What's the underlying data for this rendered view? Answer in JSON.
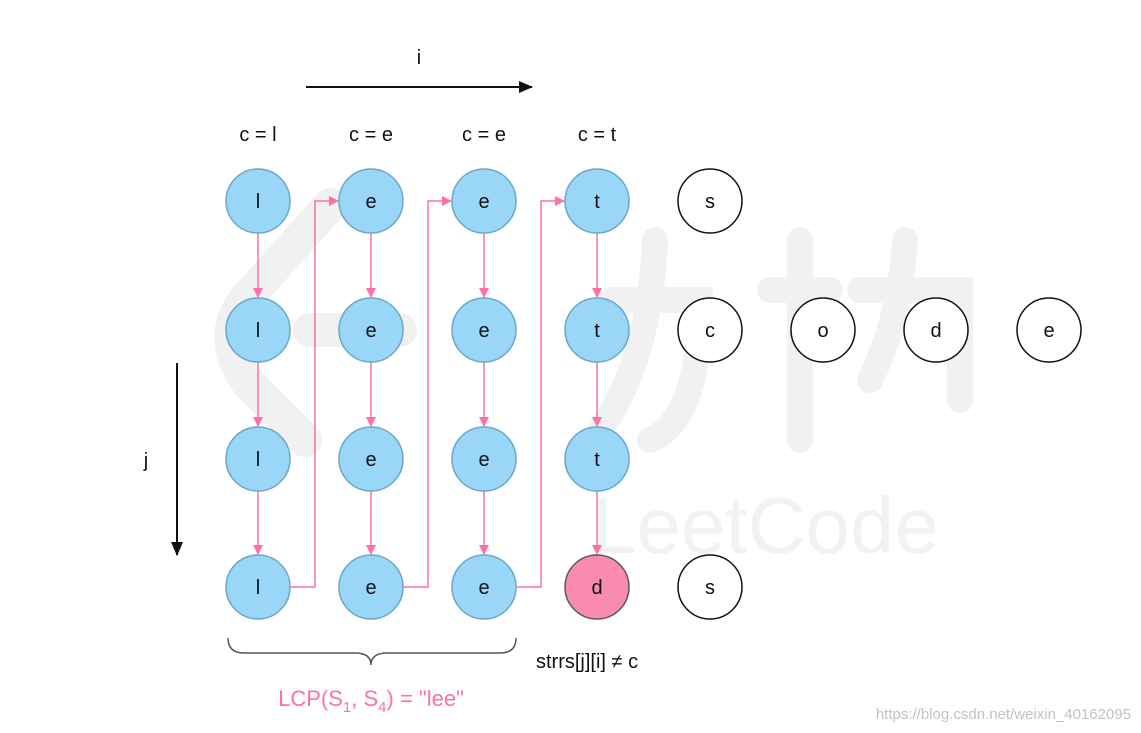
{
  "axes": {
    "i_label": "i",
    "j_label": "j"
  },
  "column_headers": [
    "c = l",
    "c = e",
    "c = e",
    "c = t"
  ],
  "strings": [
    [
      "l",
      "e",
      "e",
      "t",
      "s"
    ],
    [
      "l",
      "e",
      "e",
      "t",
      "c",
      "o",
      "d",
      "e"
    ],
    [
      "l",
      "e",
      "e",
      "t"
    ],
    [
      "l",
      "e",
      "e",
      "d",
      "s"
    ]
  ],
  "mismatch": {
    "row": 3,
    "col": 3,
    "label": "strrs[j][i] ≠ c"
  },
  "lcp_label": {
    "prefix": "LCP(S",
    "sub1": "1",
    "mid": ", S",
    "sub2": "4",
    "suffix": ") = \"lee\""
  },
  "watermark": {
    "brand_text": "LeetCode"
  },
  "url_text": "https://blog.csdn.net/weixin_40162095",
  "colors": {
    "visited": "#99d6f7",
    "mismatch": "#f98bae",
    "unvisited": "#ffffff",
    "arrow": "#ff6fa8"
  }
}
